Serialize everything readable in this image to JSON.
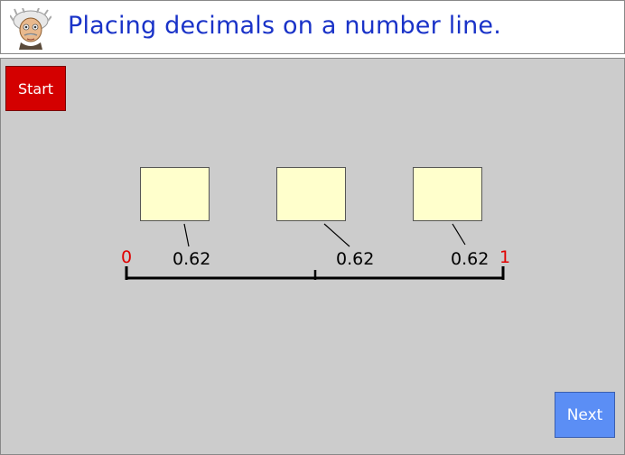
{
  "header": {
    "title": "Placing decimals on a number line.",
    "avatar_icon": "einstein-avatar-icon"
  },
  "controls": {
    "start_label": "Start",
    "next_label": "Next"
  },
  "number_line": {
    "start_label": "0",
    "end_label": "1",
    "labels": [
      "0.62",
      "0.62",
      "0.62"
    ]
  },
  "colors": {
    "title": "#1a33c8",
    "start_button": "#d40000",
    "next_button": "#5b8ef5",
    "answer_box": "#ffffcc",
    "endpoint_labels": "#e00000",
    "stage_background": "#cccccc"
  }
}
